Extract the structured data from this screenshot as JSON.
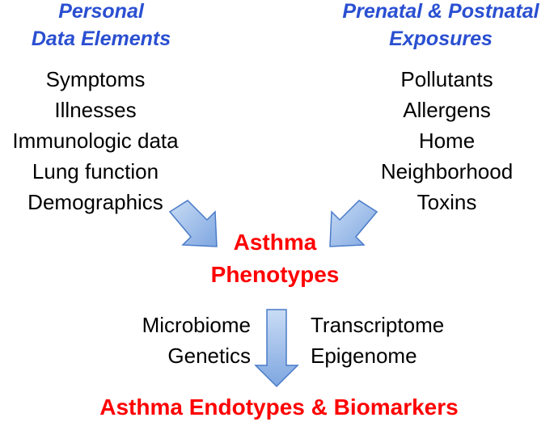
{
  "left_header": [
    "Personal",
    "Data Elements"
  ],
  "right_header": [
    "Prenatal & Postnatal",
    "Exposures"
  ],
  "left_items": [
    "Symptoms",
    "Illnesses",
    "Immunologic data",
    "Lung function",
    "Demographics"
  ],
  "right_items": [
    "Pollutants",
    "Allergens",
    "Home",
    "Neighborhood",
    "Toxins"
  ],
  "phenotypes_title": [
    "Asthma",
    "Phenotypes"
  ],
  "mid_left_items": [
    "Microbiome",
    "Genetics"
  ],
  "mid_right_items": [
    "Transcriptome",
    "Epigenome"
  ],
  "endotypes_title": "Asthma Endotypes & Biomarkers",
  "colors": {
    "header_blue": "#2a4fd1",
    "accent_red": "#ff0000",
    "arrow_fill": "#8fb3e8",
    "arrow_stroke": "#4a7bc8"
  }
}
